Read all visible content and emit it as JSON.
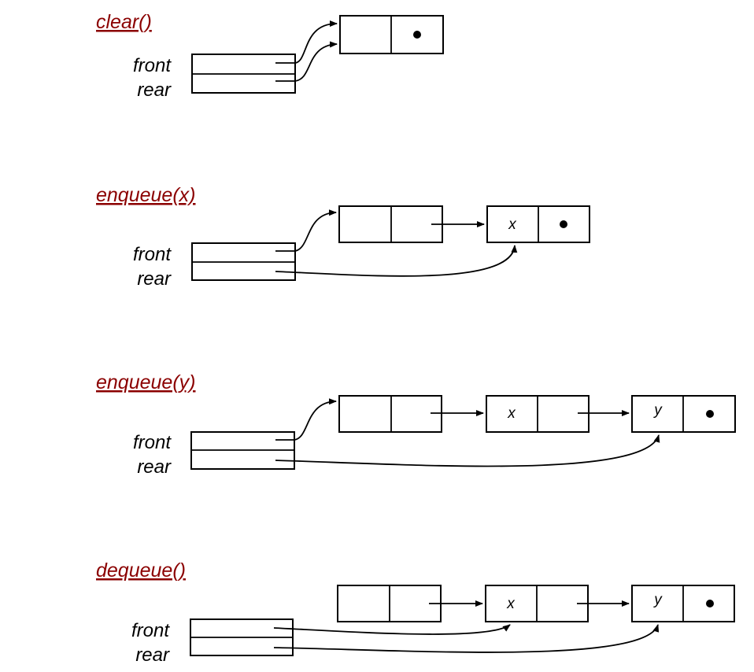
{
  "title_color": "#8b0000",
  "ink_color": "#000000",
  "null_marker": "null-dot",
  "panels": [
    {
      "operation": "clear()",
      "front_label": "front",
      "rear_label": "rear",
      "nodes": [
        {
          "value": "",
          "next": "null"
        }
      ],
      "front_points_to": 0,
      "rear_points_to": 0
    },
    {
      "operation": "enqueue(x)",
      "front_label": "front",
      "rear_label": "rear",
      "nodes": [
        {
          "value": "",
          "next": "pointer"
        },
        {
          "value": "x",
          "next": "null"
        }
      ],
      "front_points_to": 0,
      "rear_points_to": 1
    },
    {
      "operation": "enqueue(y)",
      "front_label": "front",
      "rear_label": "rear",
      "nodes": [
        {
          "value": "",
          "next": "pointer"
        },
        {
          "value": "x",
          "next": "pointer"
        },
        {
          "value": "y",
          "next": "null"
        }
      ],
      "front_points_to": 0,
      "rear_points_to": 2
    },
    {
      "operation": "dequeue()",
      "front_label": "front",
      "rear_label": "rear",
      "nodes": [
        {
          "value": "",
          "next": "pointer"
        },
        {
          "value": "x",
          "next": "pointer"
        },
        {
          "value": "y",
          "next": "null"
        }
      ],
      "front_points_to": 1,
      "rear_points_to": 2
    }
  ]
}
